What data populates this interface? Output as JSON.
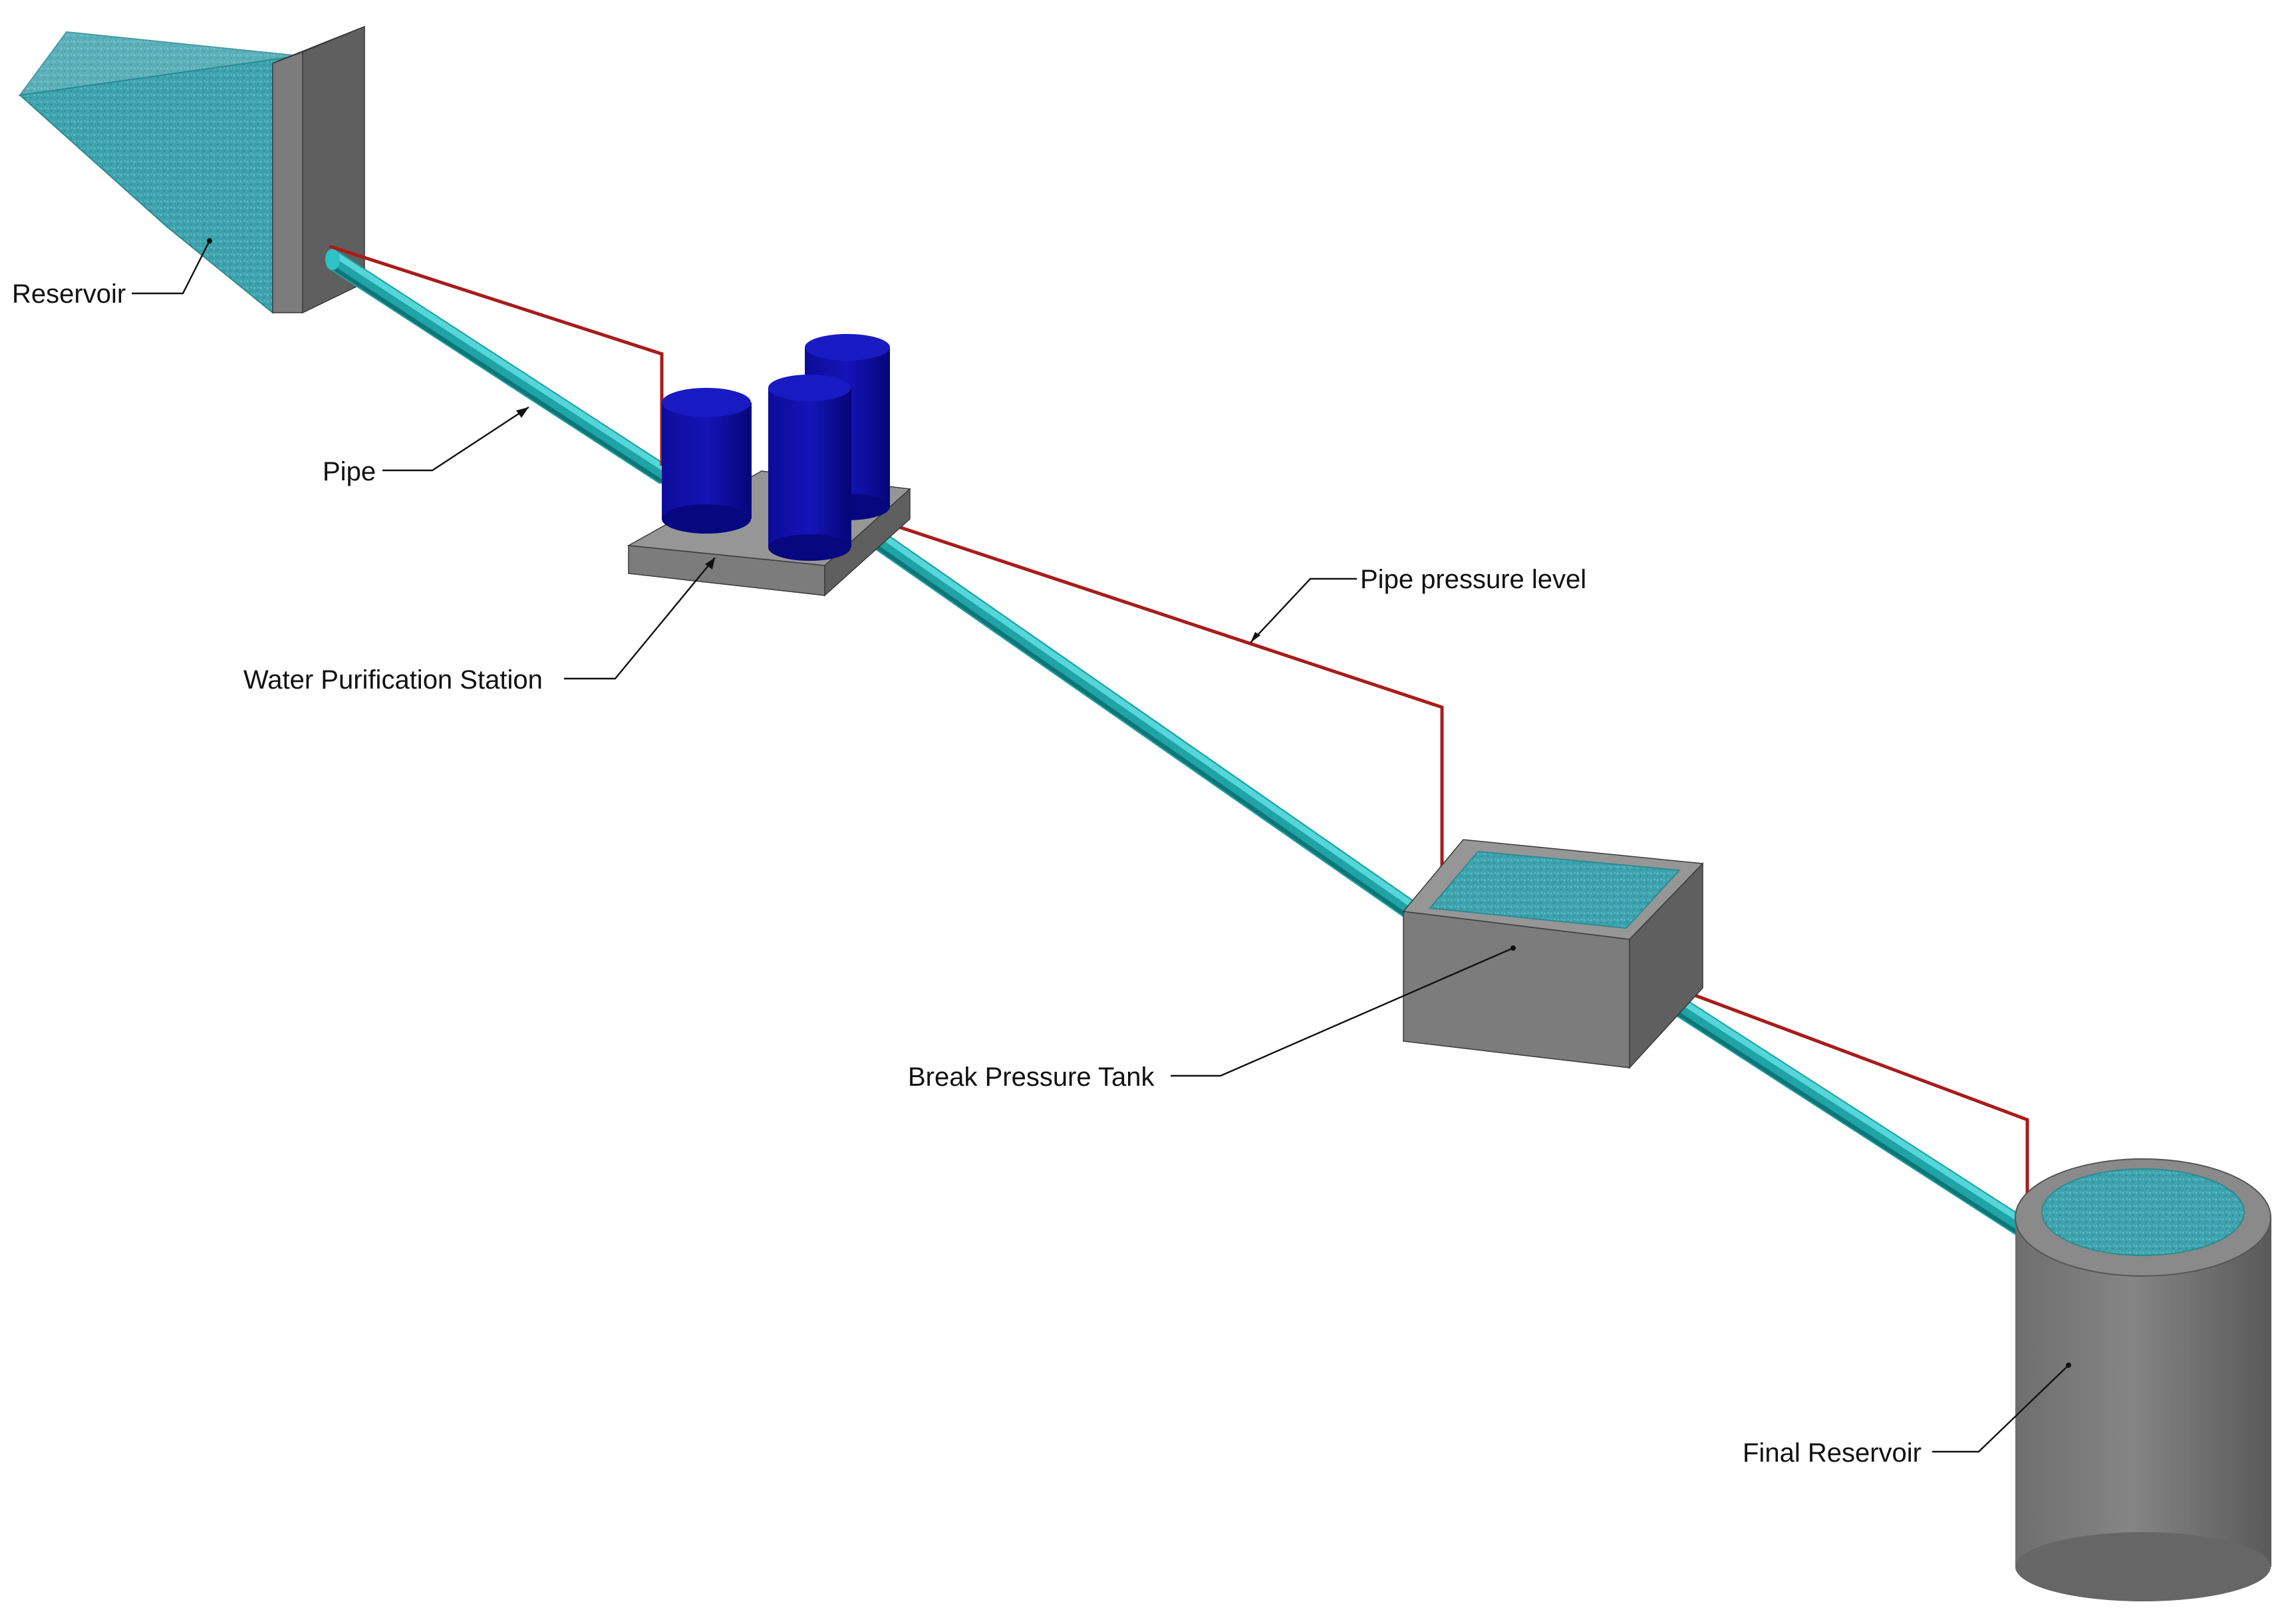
{
  "diagram": {
    "labels": {
      "reservoir": "Reservoir",
      "pipe": "Pipe",
      "water_purification_station": "Water Purification Station",
      "pipe_pressure_level": "Pipe pressure level",
      "break_pressure_tank": "Break Pressure Tank",
      "final_reservoir": "Final Reservoir"
    },
    "colors": {
      "water": "#3fa3ad",
      "pipe": "#1fa3a6",
      "pressure_line": "#a81c1c",
      "concrete": "#7c7c7c",
      "purification_tanks": "#0d0da8",
      "background": "#ffffff"
    }
  }
}
